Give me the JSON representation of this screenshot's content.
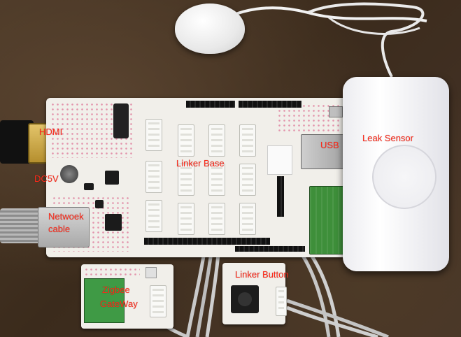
{
  "labels": {
    "hdmi": "HDMI",
    "dc5v": "DC5V",
    "network_line1": "Netwoek",
    "network_line2": "cable",
    "linker_base": "Linker Base",
    "usb": "USB",
    "leak_sensor": "Leak Sensor",
    "zigbee_line1": "Zigbee",
    "zigbee_line2": "GateWay",
    "linker_button": "Linker Button"
  },
  "colors": {
    "annotation": "#ff2a1a",
    "board": "#f1efea",
    "table": "#3b2b1c"
  }
}
